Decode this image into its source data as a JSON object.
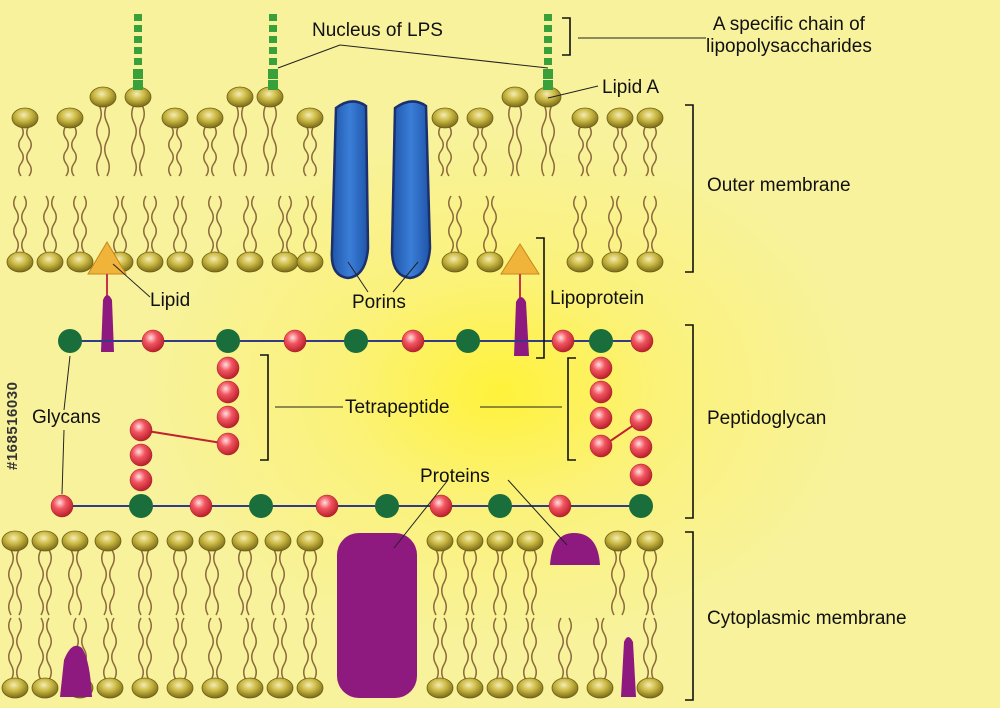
{
  "labels": {
    "nucleus_of_lps": "Nucleus of LPS",
    "specific_chain": "A specific chain of\nlipopolysaccharides",
    "lipid_a": "Lipid A",
    "outer_membrane": "Outer membrane",
    "lipid": "Lipid",
    "porins": "Porins",
    "lipoprotein": "Lipoprotein",
    "glycans": "Glycans",
    "tetrapeptide": "Tetrapeptide",
    "peptidoglycan": "Peptidoglycan",
    "proteins": "Proteins",
    "cytoplasmic_membrane": "Cytoplasmic membrane"
  },
  "watermark": "#168516030",
  "colors": {
    "background": "#f8f29c",
    "lipid_head": "#b2a234",
    "lipid_tail": "#8c6a3c",
    "porin": "#2f6cc4",
    "protein": "#8e1a80",
    "lipid_anchor": "#f0b43a",
    "glycan": "#1a6e3c",
    "amino_acid": "#e8404a",
    "lps_chain": "#3aa13a",
    "backbone": "#333a88"
  },
  "icons": {
    "lipid": "ellipse-head-with-wavy-tails",
    "glycan": "green-circle",
    "amino_acid": "red-sphere",
    "lipid_anchor": "orange-triangle"
  }
}
